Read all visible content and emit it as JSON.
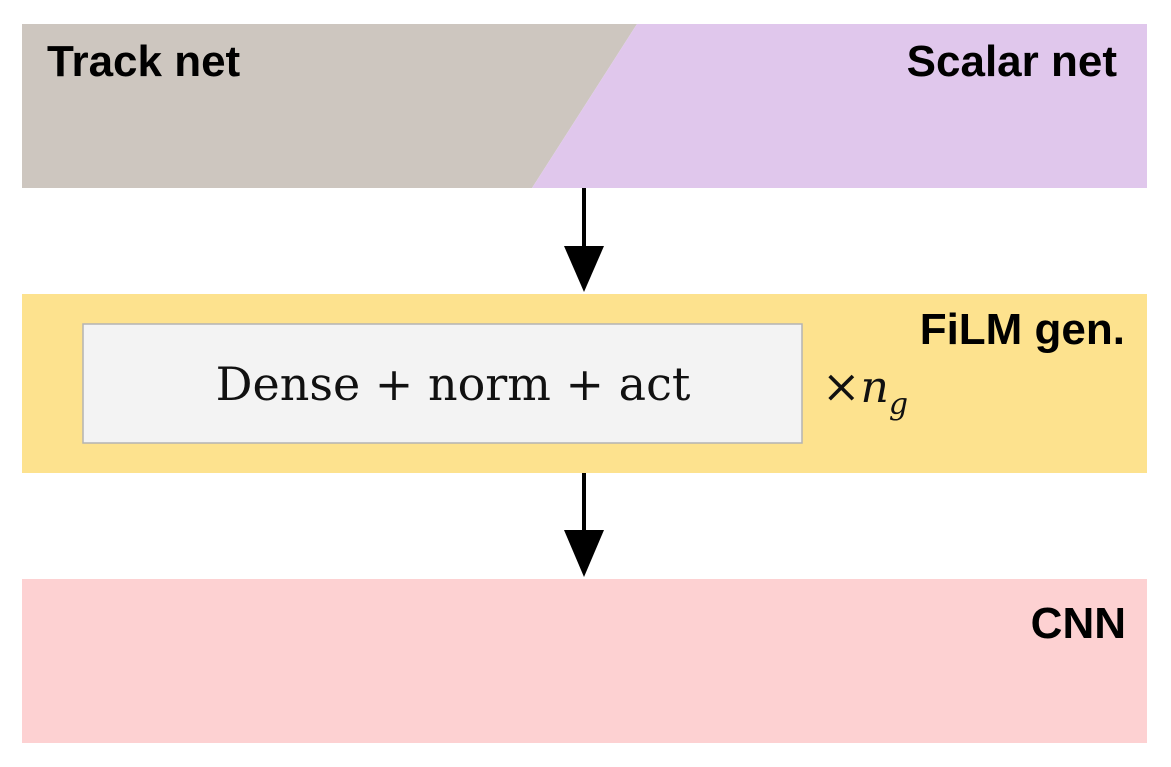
{
  "colors": {
    "track_net": "#cdc6bf",
    "scalar_net": "#e0c7ec",
    "film_gen": "#fde28e",
    "dense_box": "#f3f3f3",
    "cnn": "#fdd1d2",
    "arrow": "#000000"
  },
  "blocks": {
    "track_net": {
      "label": "Track net"
    },
    "scalar_net": {
      "label": "Scalar net"
    },
    "film_gen": {
      "label": "FiLM gen.",
      "inner_label": "Dense + norm + act",
      "repeat_symbol": "×",
      "repeat_var": "n",
      "repeat_sub": "g"
    },
    "cnn": {
      "label": "CNN"
    }
  }
}
